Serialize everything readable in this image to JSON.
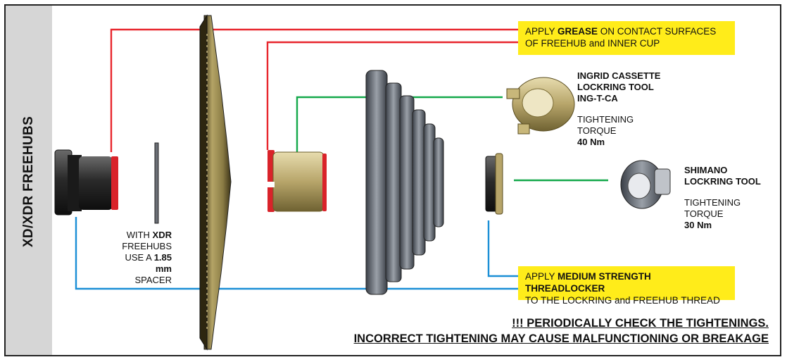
{
  "side_title": "XD/XDR FREEHUBS",
  "notes": {
    "grease": {
      "pre": "APPLY ",
      "bold": "GREASE",
      "post": " ON CONTACT SURFACES",
      "line2": "OF FREEHUB and INNER CUP"
    },
    "threadlocker": {
      "pre": "APPLY ",
      "bold": "MEDIUM STRENGTH THREADLOCKER",
      "post": "",
      "line2": "TO THE LOCKRING and FREEHUB THREAD"
    }
  },
  "spacer_note": {
    "l1_pre": "WITH ",
    "l1_bold": "XDR",
    "l2": "FREEHUBS",
    "l3_pre": "USE A ",
    "l3_bold": "1.85 mm",
    "l4": "SPACER"
  },
  "ingrid_tool": {
    "l1": "INGRID CASSETTE",
    "l2": "LOCKRING TOOL",
    "l3": "ING-T-CA",
    "t1": "TIGHTENING",
    "t2": "TORQUE",
    "torque": "40 Nm"
  },
  "shimano_tool": {
    "l1": "SHIMANO",
    "l2": "LOCKRING TOOL",
    "t1": "TIGHTENING",
    "t2": "TORQUE",
    "torque": "30 Nm"
  },
  "warning": {
    "line1": "!!! PERIODICALLY CHECK THE TIGHTENINGS.",
    "line2": "INCORRECT TIGHTENING MAY CAUSE MALFUNCTIONING OR BREAKAGE"
  },
  "colors": {
    "note_bg": "#ffec1a",
    "grease_line": "#e8262d",
    "locker_line": "#1b8fd6",
    "tool_line": "#13a84a",
    "sidebar": "#d6d6d6",
    "red_part": "#d9232a",
    "gold_part": "#b8a66a"
  }
}
